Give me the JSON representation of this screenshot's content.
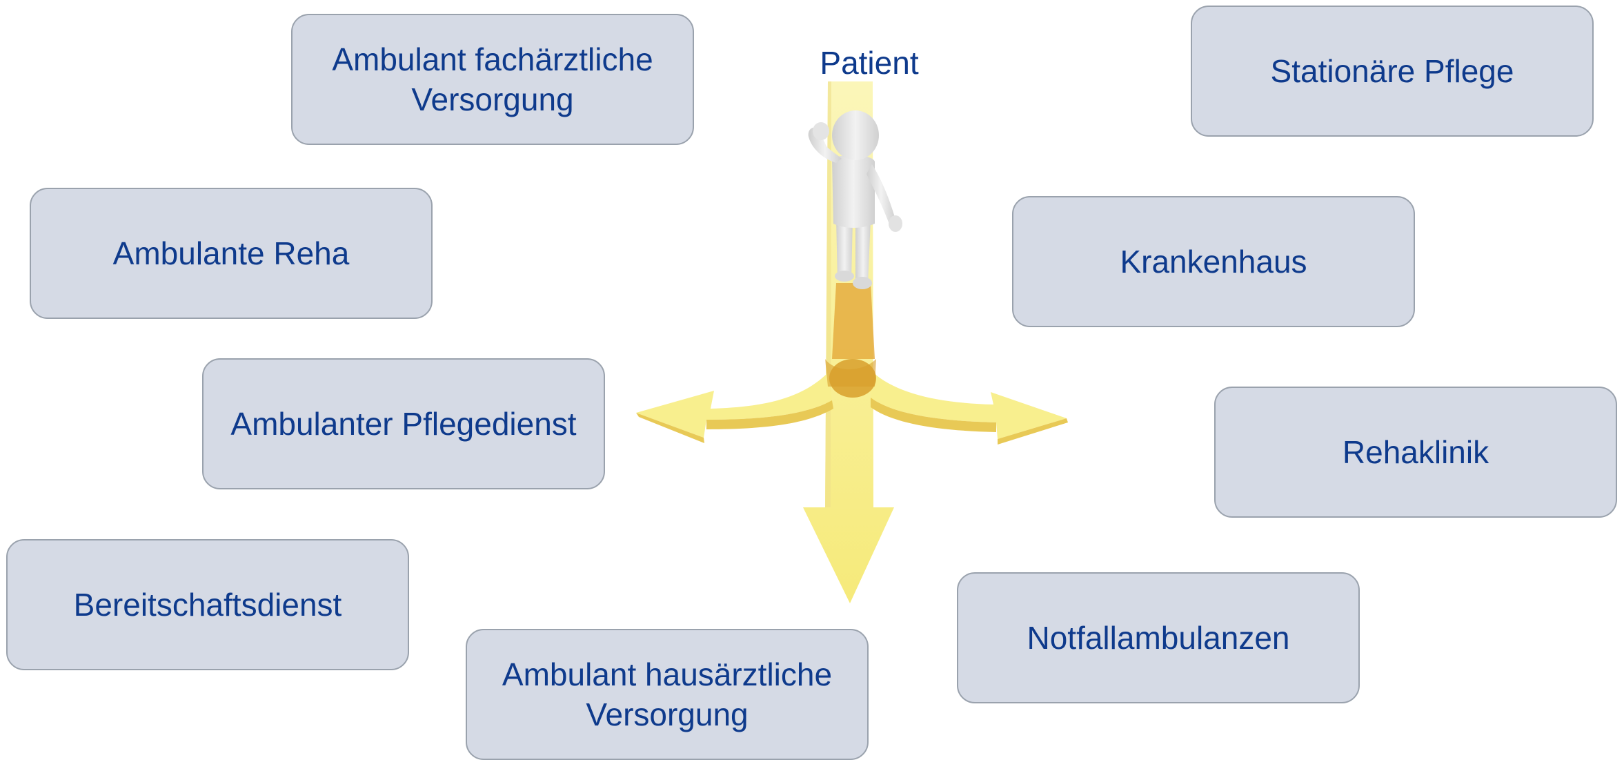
{
  "patient": {
    "label": "Patient"
  },
  "boxes": [
    {
      "id": "ambulant-fachaerztlich",
      "label": "Ambulant fachärztliche Versorgung"
    },
    {
      "id": "stationaere-pflege",
      "label": "Stationäre Pflege"
    },
    {
      "id": "ambulante-reha",
      "label": "Ambulante Reha"
    },
    {
      "id": "krankenhaus",
      "label": "Krankenhaus"
    },
    {
      "id": "ambulanter-pflegedienst",
      "label": "Ambulanter Pflegedienst"
    },
    {
      "id": "rehaklinik",
      "label": "Rehaklinik"
    },
    {
      "id": "bereitschaftsdienst",
      "label": "Bereitschaftsdienst"
    },
    {
      "id": "notfallambulanzen",
      "label": "Notfallambulanzen"
    },
    {
      "id": "ambulant-hausaerztlich",
      "label": "Ambulant hausärztliche Versorgung"
    }
  ],
  "colors": {
    "box_fill": "#d5dae5",
    "box_border": "#9aa2ad",
    "text": "#0e3a8c",
    "arrow_yellow": "#f8ef8e",
    "arrow_shadow": "#e6c04a",
    "figure": "#e7e7e7"
  },
  "icons": {
    "figure": "person-thinking-icon",
    "arrows": "three-way-crossroad-arrows"
  }
}
